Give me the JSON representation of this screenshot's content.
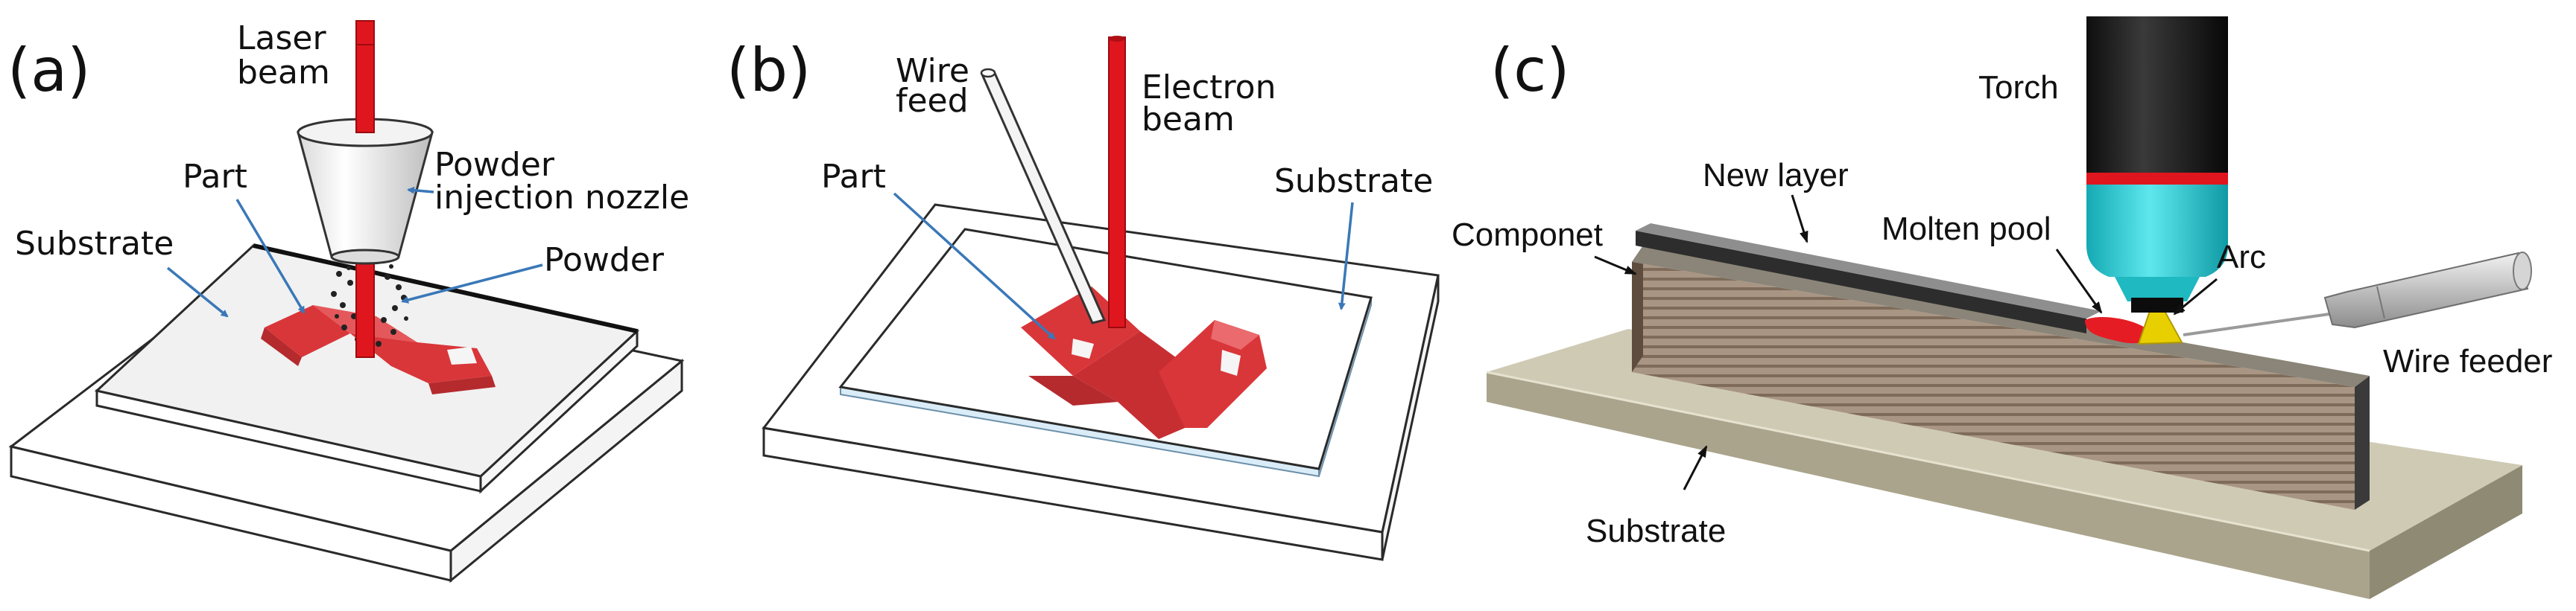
{
  "panels": {
    "a": {
      "label": "(a)",
      "laser_beam": [
        "Laser",
        "beam"
      ],
      "nozzle": [
        "Powder",
        "injection nozzle"
      ],
      "part": "Part",
      "substrate": "Substrate",
      "powder": "Powder"
    },
    "b": {
      "label": "(b)",
      "wire_feed": [
        "Wire",
        "feed"
      ],
      "electron_beam": [
        "Electron",
        "beam"
      ],
      "part": "Part",
      "substrate": "Substrate"
    },
    "c": {
      "label": "(c)",
      "torch": "Torch",
      "new_layer": "New layer",
      "componet": "Componet",
      "molten_pool": "Molten pool",
      "arc": "Arc",
      "wire_feeder": "Wire feeder",
      "substrate": "Substrate"
    }
  },
  "colors": {
    "part_red": "#d9363a",
    "beam_red": "#e0161e",
    "leader_blue": "#3a78b8",
    "torch_cyan": "#22c8d2",
    "arc_yellow": "#e8d000",
    "substrate_tan": "#c9c4ad",
    "wall_brown": "#9a8672"
  }
}
